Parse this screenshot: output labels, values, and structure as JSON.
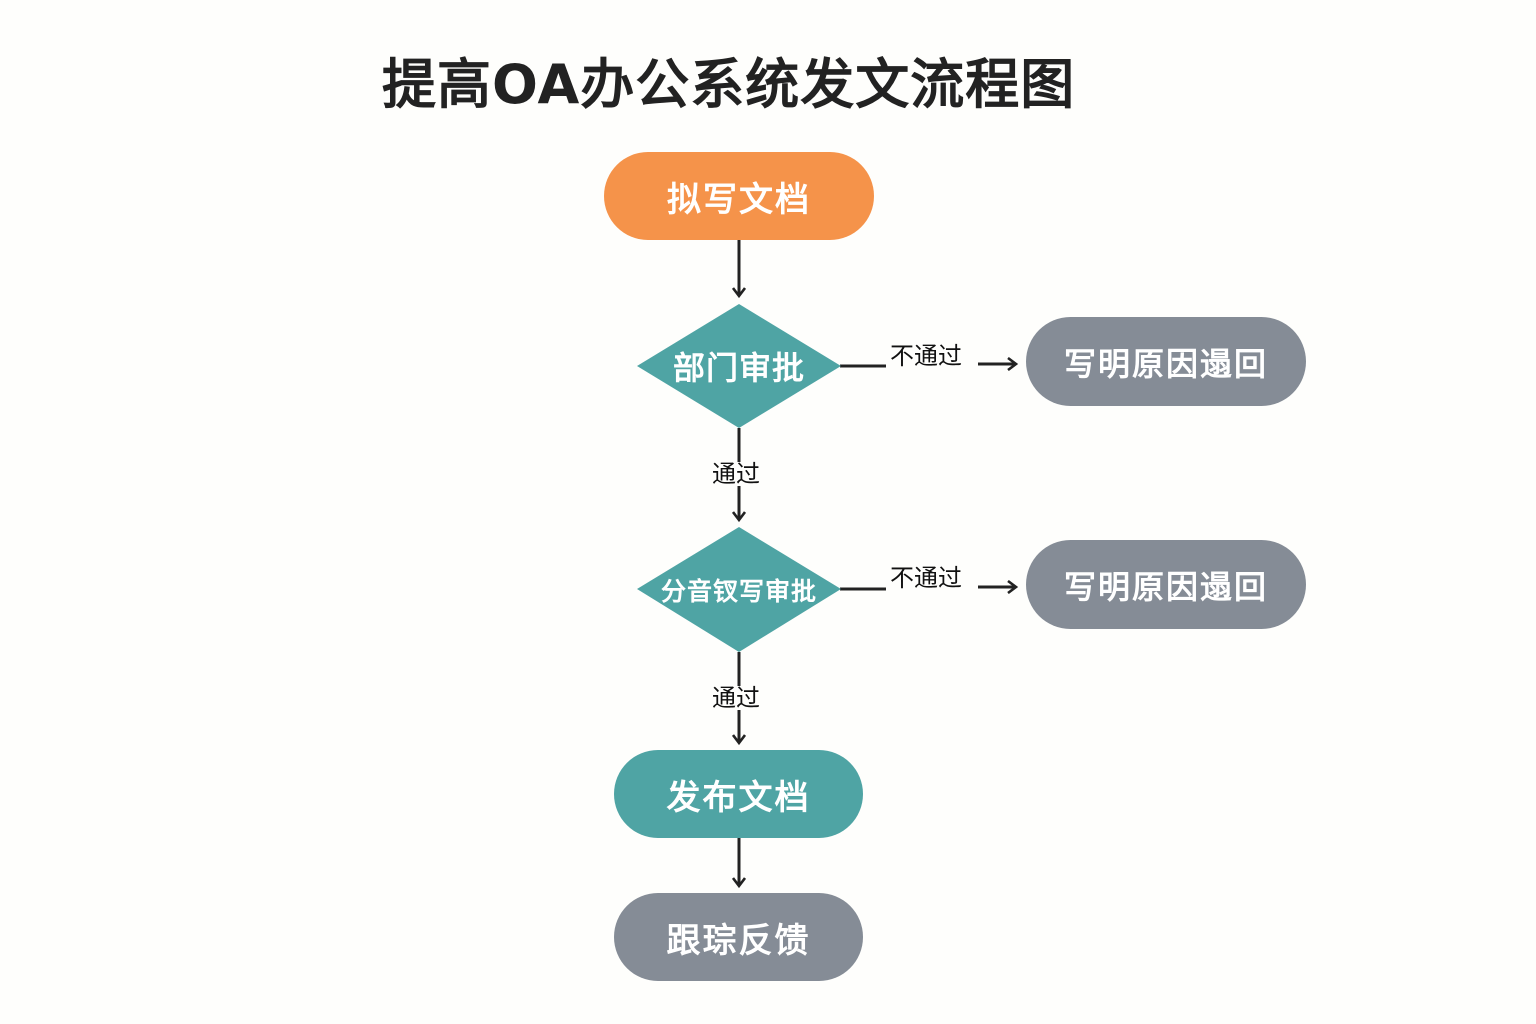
{
  "title": "提高OA办公系统发文流程图",
  "colors": {
    "start": "#f5934a",
    "decision": "#4fa4a4",
    "publish": "#4fa4a4",
    "reject": "#858c96",
    "end": "#858c96",
    "line": "#222222"
  },
  "nodes": {
    "draft": {
      "label": "拟写文档",
      "shape": "rounded-rect"
    },
    "dept_approval": {
      "label": "部门审批",
      "shape": "diamond"
    },
    "dept_reject": {
      "label": "写明原因遢回",
      "shape": "rounded-rect"
    },
    "leader_approval": {
      "label": "分音钗写审批",
      "shape": "diamond"
    },
    "leader_reject": {
      "label": "写明原因遢回",
      "shape": "rounded-rect"
    },
    "publish": {
      "label": "发布文档",
      "shape": "rounded-rect"
    },
    "feedback": {
      "label": "跟琮反馈",
      "shape": "rounded-rect"
    }
  },
  "edges": [
    {
      "from": "draft",
      "to": "dept_approval",
      "label": ""
    },
    {
      "from": "dept_approval",
      "to": "dept_reject",
      "label": "不通过"
    },
    {
      "from": "dept_approval",
      "to": "leader_approval",
      "label": "通过"
    },
    {
      "from": "leader_approval",
      "to": "leader_reject",
      "label": "不通过"
    },
    {
      "from": "leader_approval",
      "to": "publish",
      "label": "通过"
    },
    {
      "from": "publish",
      "to": "feedback",
      "label": ""
    }
  ]
}
